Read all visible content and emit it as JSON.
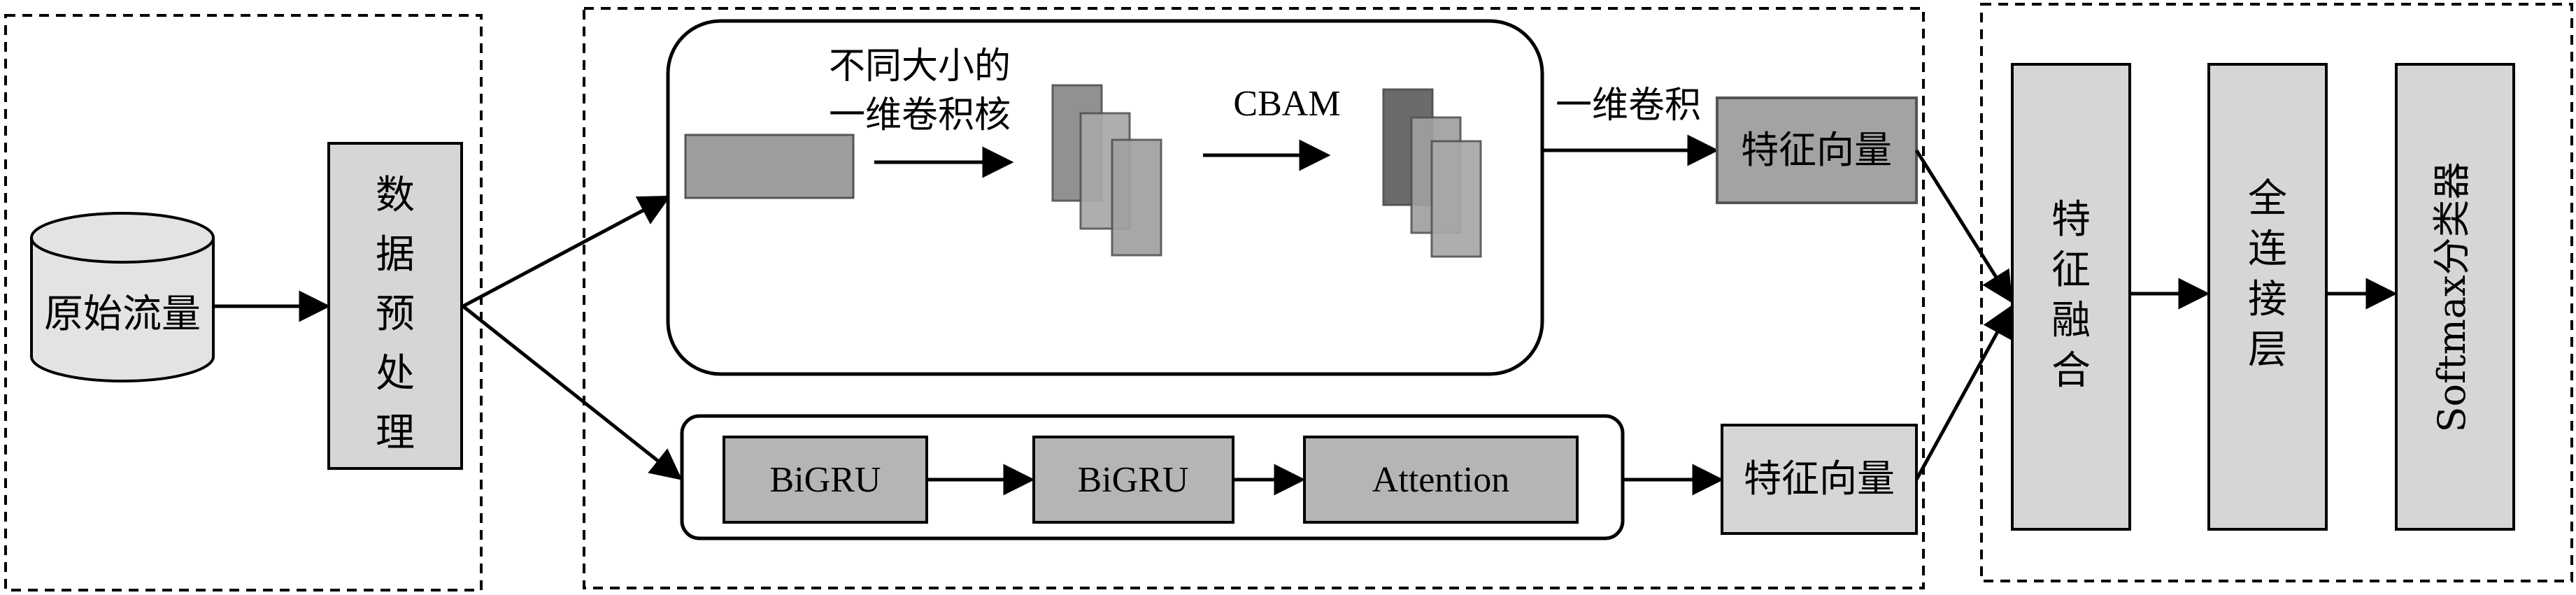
{
  "input": {
    "label": "原始流量"
  },
  "preprocess": {
    "label": "数据预处理",
    "chars": [
      "数",
      "据",
      "预",
      "处",
      "理"
    ]
  },
  "cnn_branch": {
    "conv_label_line1": "不同大小的",
    "conv_label_line2": "一维卷积核",
    "attention_label": "CBAM",
    "conv1d_label": "一维卷积",
    "output_label": "特征向量"
  },
  "rnn_branch": {
    "block1": "BiGRU",
    "block2": "BiGRU",
    "block3": "Attention",
    "output_label": "特征向量"
  },
  "head": {
    "fusion_label": "特征融合",
    "fusion_chars": [
      "特",
      "征",
      "融",
      "合"
    ],
    "fc_label": "全连接层",
    "fc_chars": [
      "全",
      "连",
      "接",
      "层"
    ],
    "classifier_label": "Softmax分类器"
  }
}
